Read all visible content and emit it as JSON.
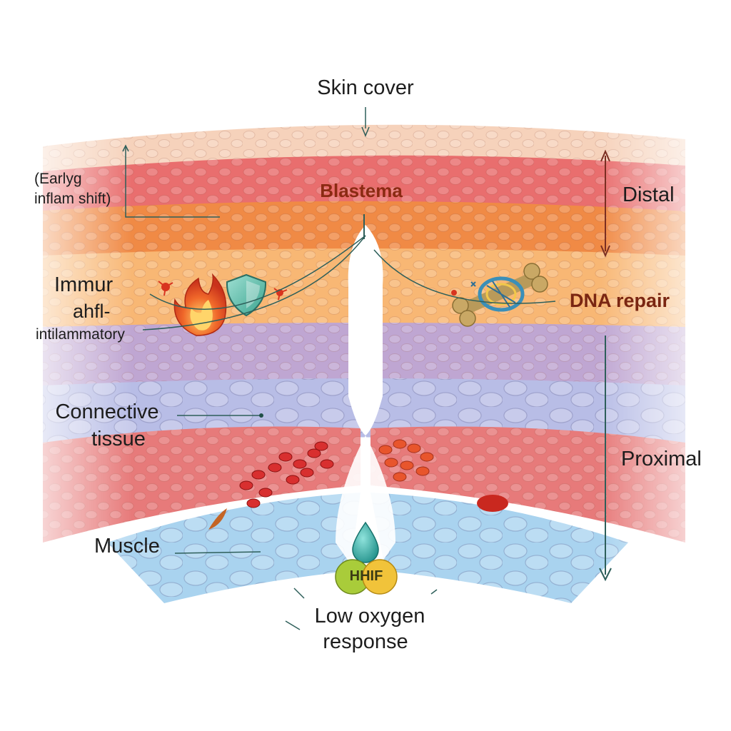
{
  "labels": {
    "skin_cover": "Skin cover",
    "blastema": "Blastema",
    "early_shift_line1": "(Earlyg",
    "early_shift_line2": "inflam shift)",
    "immune_line1": "Immur",
    "immune_line2": "ahfl-",
    "immune_line3": "intilammatory",
    "dna_repair": "DNA repair",
    "connective_line1": "Connective",
    "connective_line2": "tissue",
    "muscle": "Muscle",
    "hif_badge": "HHIF",
    "low_oxygen_line1": "Low oxygen",
    "low_oxygen_line2": "response",
    "distal": "Distal",
    "proximal": "Proximal"
  },
  "colors": {
    "blastema_text": "#8a2a12",
    "dna_text": "#7a2612",
    "arrow": "#2e5f5a",
    "distal_arrow": "#7a2e22"
  },
  "icons": [
    "flame-icon",
    "shield-icon",
    "bone-icon",
    "dna-helix-icon",
    "water-drop-icon"
  ]
}
